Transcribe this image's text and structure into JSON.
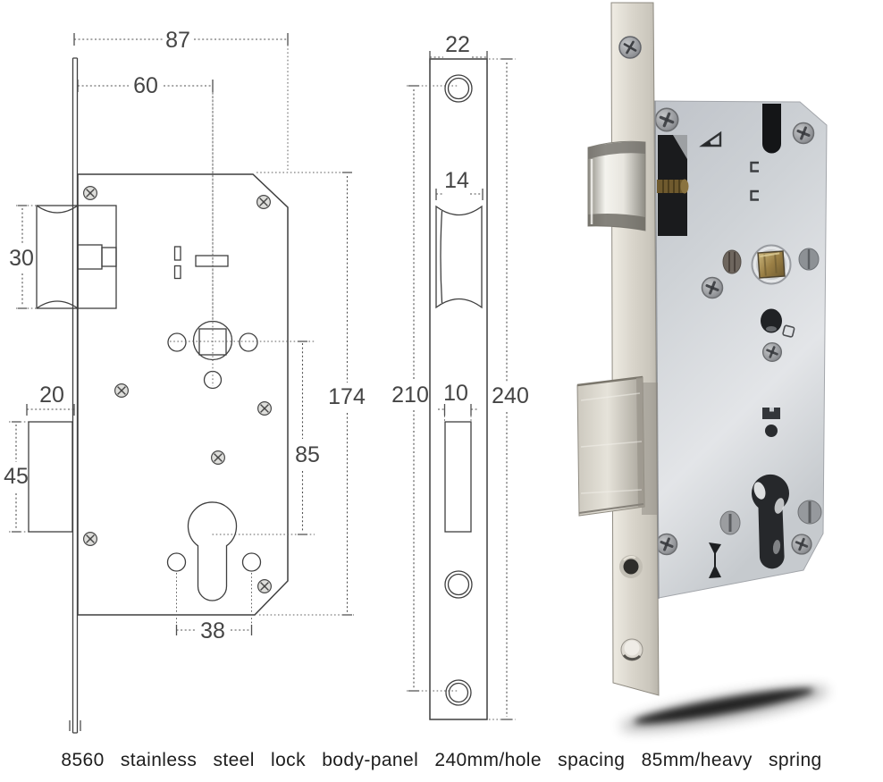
{
  "caption": {
    "text": "8560 stainless steel lock body-panel 240mm/hole spacing 85mm/heavy spring"
  },
  "body_drawing": {
    "dims": {
      "total_width": "87",
      "backset": "60",
      "latch_height": "30",
      "bolt_protrusion": "20",
      "deadbolt_height": "45",
      "cylinder_screw_spacing": "38",
      "body_height": "174",
      "handle_cylinder_distance": "85"
    }
  },
  "faceplate_drawing": {
    "dims": {
      "plate_width": "22",
      "latch_cutout_width": "14",
      "screw_hole_spacing": "210",
      "deadbolt_cutout_width": "10",
      "plate_height": "240"
    }
  },
  "colors": {
    "drawing_line": "#3f3f3f",
    "dimension_text": "#454545",
    "body_metal": "#ccd0d4",
    "faceplate_metal": "#d8d4ca",
    "brass": "#9a7f45",
    "shadow": "#000000"
  }
}
